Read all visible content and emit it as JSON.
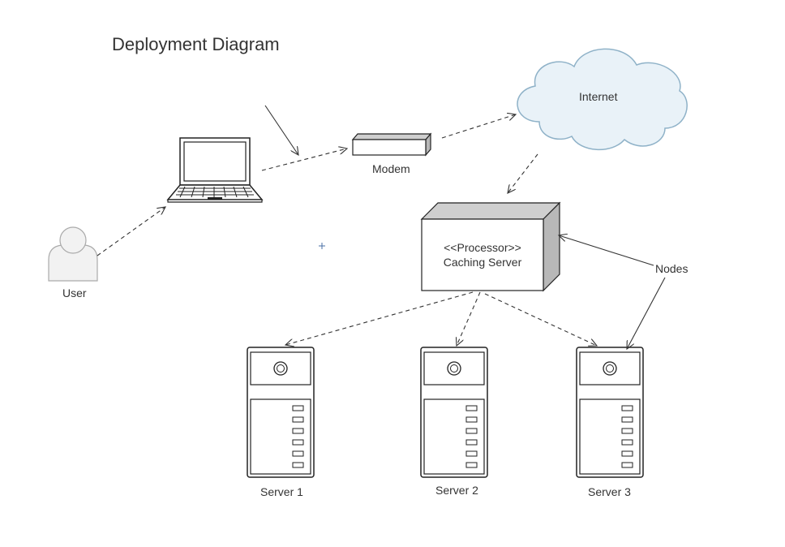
{
  "title": "Deployment Diagram",
  "nodes": {
    "user": "User",
    "modem": "Modem",
    "internet": "Internet",
    "caching_server": {
      "stereotype": "<<Processor>>",
      "name": "Caching Server"
    },
    "server1": "Server 1",
    "server2": "Server 2",
    "server3": "Server 3"
  },
  "annotations": {
    "nodes_note": "Nodes"
  },
  "icons": [
    "user-icon",
    "laptop-icon",
    "modem-icon",
    "cloud-icon",
    "caching-server-box",
    "server-tower-icon"
  ],
  "colors": {
    "cloud_fill": "#e9f2f8",
    "cloud_stroke": "#8fb2c8",
    "box_top": "#cfcfcf",
    "box_side": "#b8b8b8",
    "user_fill": "#f2f2f2"
  }
}
